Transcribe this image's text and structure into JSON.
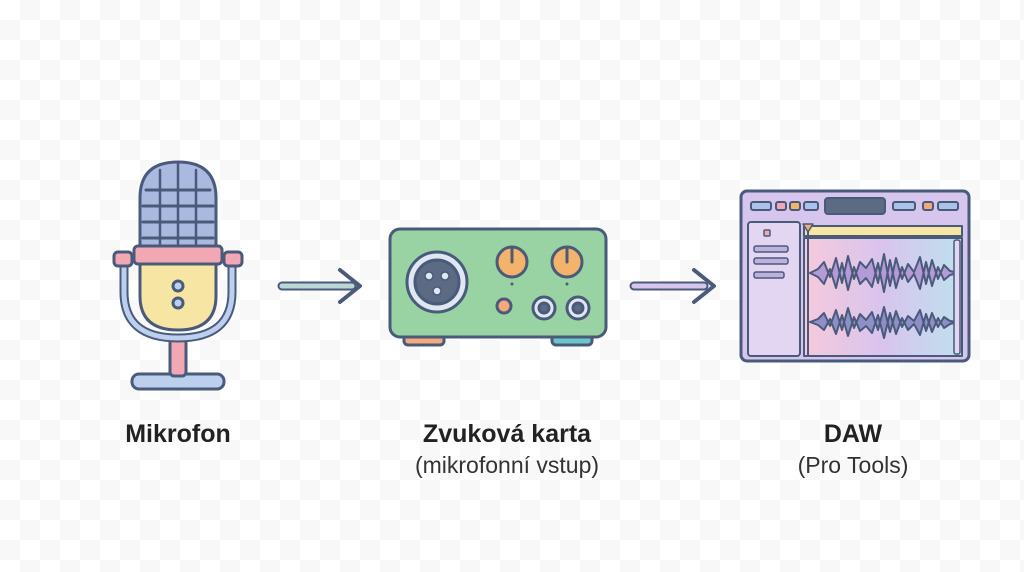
{
  "nodes": [
    {
      "title": "Mikrofon",
      "subtitle": "",
      "icon": "microphone-icon"
    },
    {
      "title": "Zvuková karta",
      "subtitle": "(mikrofonní vstup)",
      "icon": "audio-interface-icon"
    },
    {
      "title": "DAW",
      "subtitle": "(Pro Tools)",
      "icon": "daw-window-icon"
    }
  ],
  "arrows": [
    {
      "from": "Mikrofon",
      "to": "Zvuková karta",
      "icon": "arrow-right-icon"
    },
    {
      "from": "Zvuková karta",
      "to": "DAW",
      "icon": "arrow-right-icon"
    }
  ],
  "colors": {
    "outline": "#4a5a7a",
    "mic_head": "#a9b9e0",
    "mic_body": "#f7e6a3",
    "mic_band": "#f2a7b5",
    "mic_stand": "#bcd0ee",
    "interface_body": "#9ad3a3",
    "knob": "#f3b36a",
    "interface_foot_left": "#f3a979",
    "interface_foot_right": "#6cc5c9",
    "daw_frame": "#d6c6ee",
    "arrow": "#bcd6d6"
  }
}
